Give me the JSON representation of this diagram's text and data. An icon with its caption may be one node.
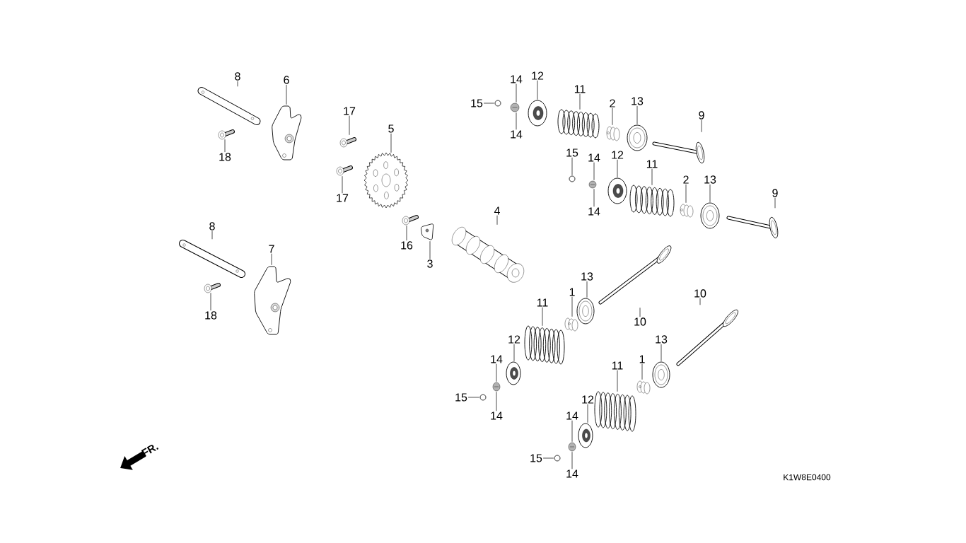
{
  "diagram": {
    "nodes": [
      {
        "text": [
          "8"
        ]
      },
      {
        "text": [],
        "shape": "picture"
      },
      {
        "text": [
          "6"
        ]
      },
      {
        "text": [],
        "shape": "picture"
      },
      {
        "text": [
          "18"
        ]
      },
      {
        "text": [],
        "shape": "picture"
      },
      {
        "text": [
          "8"
        ]
      },
      {
        "text": [],
        "shape": "picture"
      },
      {
        "text": [
          "7"
        ]
      },
      {
        "text": [],
        "shape": "picture"
      },
      {
        "text": [
          "18"
        ]
      },
      {
        "text": [],
        "shape": "picture"
      },
      {
        "text": [
          "17"
        ]
      },
      {
        "text": [],
        "shape": "picture"
      },
      {
        "text": [
          "17"
        ]
      },
      {
        "text": [],
        "shape": "picture"
      },
      {
        "text": [
          "5"
        ]
      },
      {
        "text": [],
        "shape": "picture"
      },
      {
        "text": [
          "16"
        ]
      },
      {
        "text": [],
        "shape": "picture"
      },
      {
        "text": [
          "3"
        ]
      },
      {
        "text": [],
        "shape": "picture"
      },
      {
        "text": [
          "4"
        ]
      },
      {
        "text": [],
        "shape": "picture"
      },
      {
        "text": [
          "15"
        ]
      },
      {
        "text": [],
        "shape": "picture"
      },
      {
        "text": [
          "14"
        ]
      },
      {
        "text": [],
        "shape": "picture"
      },
      {
        "text": [
          "14"
        ]
      },
      {
        "text": [
          "12"
        ]
      },
      {
        "text": [],
        "shape": "picture"
      },
      {
        "text": [
          "11"
        ]
      },
      {
        "text": [],
        "shape": "picture"
      },
      {
        "text": [
          "2"
        ]
      },
      {
        "text": [],
        "shape": "picture"
      },
      {
        "text": [
          "13"
        ]
      },
      {
        "text": [],
        "shape": "picture"
      },
      {
        "text": [
          "9"
        ]
      },
      {
        "text": [],
        "shape": "picture"
      },
      {
        "text": [
          "15"
        ]
      },
      {
        "text": [],
        "shape": "picture"
      },
      {
        "text": [
          "14"
        ]
      },
      {
        "text": [],
        "shape": "picture"
      },
      {
        "text": [
          "14"
        ]
      },
      {
        "text": [
          "12"
        ]
      },
      {
        "text": [],
        "shape": "picture"
      },
      {
        "text": [
          "11"
        ]
      },
      {
        "text": [],
        "shape": "picture"
      },
      {
        "text": [
          "2"
        ]
      },
      {
        "text": [],
        "shape": "picture"
      },
      {
        "text": [
          "13"
        ]
      },
      {
        "text": [],
        "shape": "picture"
      },
      {
        "text": [
          "9"
        ]
      },
      {
        "text": [],
        "shape": "picture"
      },
      {
        "text": [
          "13"
        ]
      },
      {
        "text": [],
        "shape": "picture"
      },
      {
        "text": [
          "10"
        ]
      },
      {
        "text": [],
        "shape": "picture"
      },
      {
        "text": [
          "1"
        ]
      },
      {
        "text": [],
        "shape": "picture"
      },
      {
        "text": [
          "11"
        ]
      },
      {
        "text": [],
        "shape": "picture"
      },
      {
        "text": [
          "12"
        ]
      },
      {
        "text": [],
        "shape": "picture"
      },
      {
        "text": [
          "14"
        ]
      },
      {
        "text": [],
        "shape": "picture"
      },
      {
        "text": [
          "14"
        ]
      },
      {
        "text": [
          "15"
        ]
      },
      {
        "text": [],
        "shape": "picture"
      },
      {
        "text": [
          "10"
        ]
      },
      {
        "text": [],
        "shape": "picture"
      },
      {
        "text": [
          "13"
        ]
      },
      {
        "text": [],
        "shape": "picture"
      },
      {
        "text": [
          "1"
        ]
      },
      {
        "text": [],
        "shape": "picture"
      },
      {
        "text": [
          "11"
        ]
      },
      {
        "text": [],
        "shape": "picture"
      },
      {
        "text": [
          "12"
        ]
      },
      {
        "text": [],
        "shape": "picture"
      },
      {
        "text": [
          "14"
        ]
      },
      {
        "text": [],
        "shape": "picture"
      },
      {
        "text": [
          "14"
        ]
      },
      {
        "text": [
          "15"
        ]
      },
      {
        "text": [],
        "shape": "picture"
      }
    ],
    "edges": [
      {
        "from": 0,
        "to": 1,
        "arrow": "none"
      },
      {
        "from": 2,
        "to": 3,
        "arrow": "none"
      },
      {
        "from": 4,
        "to": 5,
        "arrow": "none"
      },
      {
        "from": 6,
        "to": 7,
        "arrow": "none"
      },
      {
        "from": 8,
        "to": 9,
        "arrow": "none"
      },
      {
        "from": 10,
        "to": 11,
        "arrow": "none"
      },
      {
        "from": 12,
        "to": 13,
        "arrow": "none"
      },
      {
        "from": 14,
        "to": 15,
        "arrow": "none"
      },
      {
        "from": 16,
        "to": 17,
        "arrow": "none"
      },
      {
        "from": 18,
        "to": 19,
        "arrow": "none"
      },
      {
        "from": 20,
        "to": 21,
        "arrow": "none"
      },
      {
        "from": 22,
        "to": 23,
        "arrow": "none"
      },
      {
        "from": 24,
        "to": 25,
        "arrow": "none"
      },
      {
        "from": 26,
        "to": 27,
        "arrow": "none"
      },
      {
        "from": 28,
        "to": 27,
        "arrow": "none"
      },
      {
        "from": 29,
        "to": 30,
        "arrow": "none"
      },
      {
        "from": 31,
        "to": 32,
        "arrow": "none"
      },
      {
        "from": 33,
        "to": 34,
        "arrow": "none"
      },
      {
        "from": 35,
        "to": 36,
        "arrow": "none"
      },
      {
        "from": 37,
        "to": 38,
        "arrow": "none"
      },
      {
        "from": 39,
        "to": 40,
        "arrow": "none"
      },
      {
        "from": 41,
        "to": 42,
        "arrow": "none"
      },
      {
        "from": 43,
        "to": 42,
        "arrow": "none"
      },
      {
        "from": 44,
        "to": 45,
        "arrow": "none"
      },
      {
        "from": 46,
        "to": 47,
        "arrow": "none"
      },
      {
        "from": 48,
        "to": 49,
        "arrow": "none"
      },
      {
        "from": 50,
        "to": 51,
        "arrow": "none"
      },
      {
        "from": 52,
        "to": 53,
        "arrow": "none"
      },
      {
        "from": 54,
        "to": 55,
        "arrow": "none"
      },
      {
        "from": 56,
        "to": 57,
        "arrow": "none"
      },
      {
        "from": 58,
        "to": 59,
        "arrow": "none"
      },
      {
        "from": 60,
        "to": 61,
        "arrow": "none"
      },
      {
        "from": 62,
        "to": 63,
        "arrow": "none"
      },
      {
        "from": 64,
        "to": 65,
        "arrow": "none"
      },
      {
        "from": 66,
        "to": 65,
        "arrow": "none"
      },
      {
        "from": 67,
        "to": 68,
        "arrow": "none"
      },
      {
        "from": 69,
        "to": 70,
        "arrow": "none"
      },
      {
        "from": 71,
        "to": 72,
        "arrow": "none"
      },
      {
        "from": 73,
        "to": 74,
        "arrow": "none"
      },
      {
        "from": 75,
        "to": 76,
        "arrow": "none"
      },
      {
        "from": 77,
        "to": 78,
        "arrow": "none"
      },
      {
        "from": 79,
        "to": 80,
        "arrow": "none"
      },
      {
        "from": 81,
        "to": 80,
        "arrow": "none"
      },
      {
        "from": 82,
        "to": 83,
        "arrow": "none"
      }
    ],
    "labels": [
      "FR.",
      "K1W8E0400"
    ]
  }
}
